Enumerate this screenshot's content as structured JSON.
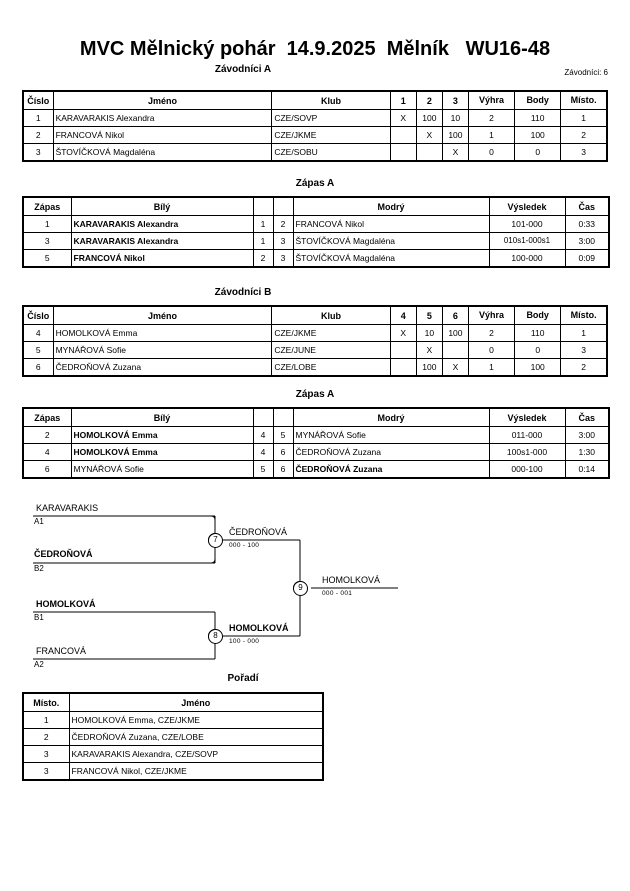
{
  "header": {
    "title": "MVC Mělnický pohár  14.9.2025  Mělník   WU16-48",
    "group_a_title": "Závodníci A",
    "entrants_label": "Závodníci: 6"
  },
  "pool_columns": {
    "cislo": "Číslo",
    "jmeno": "Jméno",
    "klub": "Klub",
    "vyhra": "Výhra",
    "body": "Body",
    "misto": "Místo."
  },
  "pool_a": {
    "opponent_headers": [
      "1",
      "2",
      "3"
    ],
    "rows": [
      {
        "cislo": "1",
        "jmeno": "KARAVARAKIS Alexandra",
        "klub": "CZE/SOVP",
        "cells": [
          "X",
          "100",
          "10"
        ],
        "vyhra": "2",
        "body": "110",
        "misto": "1"
      },
      {
        "cislo": "2",
        "jmeno": "FRANCOVÁ Nikol",
        "klub": "CZE/JKME",
        "cells": [
          "",
          "X",
          "100"
        ],
        "vyhra": "1",
        "body": "100",
        "misto": "2"
      },
      {
        "cislo": "3",
        "jmeno": "ŠTOVÍČKOVÁ Magdaléna",
        "klub": "CZE/SOBU",
        "cells": [
          "",
          "",
          "X"
        ],
        "vyhra": "0",
        "body": "0",
        "misto": "3"
      }
    ]
  },
  "pool_b": {
    "title": "Závodníci B",
    "opponent_headers": [
      "4",
      "5",
      "6"
    ],
    "rows": [
      {
        "cislo": "4",
        "jmeno": "HOMOLKOVÁ Emma",
        "klub": "CZE/JKME",
        "cells": [
          "X",
          "10",
          "100"
        ],
        "vyhra": "2",
        "body": "110",
        "misto": "1"
      },
      {
        "cislo": "5",
        "jmeno": "MYNÁŘOVÁ Sofie",
        "klub": "CZE/JUNE",
        "cells": [
          "",
          "X",
          ""
        ],
        "vyhra": "0",
        "body": "0",
        "misto": "3"
      },
      {
        "cislo": "6",
        "jmeno": "ČEDROŇOVÁ Zuzana",
        "klub": "CZE/LOBE",
        "cells": [
          "",
          "100",
          "X"
        ],
        "vyhra": "1",
        "body": "100",
        "misto": "2"
      }
    ]
  },
  "match_columns": {
    "zapas": "Zápas",
    "bily": "Bílý",
    "modry": "Modrý",
    "vysledek": "Výsledek",
    "cas": "Čas"
  },
  "matches_a": {
    "title": "Zápas A",
    "rows": [
      {
        "zapas": "1",
        "bily": "KARAVARAKIS Alexandra",
        "bily_bold": true,
        "n1": "1",
        "n2": "2",
        "modry": "FRANCOVÁ Nikol",
        "modry_bold": false,
        "vysledek": "101-000",
        "cas": "0:33"
      },
      {
        "zapas": "3",
        "bily": "KARAVARAKIS Alexandra",
        "bily_bold": true,
        "n1": "1",
        "n2": "3",
        "modry": "ŠTOVÍČKOVÁ Magdaléna",
        "modry_bold": false,
        "vysledek": "010s1-000s1",
        "cas": "3:00"
      },
      {
        "zapas": "5",
        "bily": "FRANCOVÁ Nikol",
        "bily_bold": true,
        "n1": "2",
        "n2": "3",
        "modry": "ŠTOVÍČKOVÁ Magdaléna",
        "modry_bold": false,
        "vysledek": "100-000",
        "cas": "0:09"
      }
    ]
  },
  "matches_b": {
    "title": "Zápas A",
    "rows": [
      {
        "zapas": "2",
        "bily": "HOMOLKOVÁ Emma",
        "bily_bold": true,
        "n1": "4",
        "n2": "5",
        "modry": "MYNÁŘOVÁ Sofie",
        "modry_bold": false,
        "vysledek": "011-000",
        "cas": "3:00"
      },
      {
        "zapas": "4",
        "bily": "HOMOLKOVÁ Emma",
        "bily_bold": true,
        "n1": "4",
        "n2": "6",
        "modry": "ČEDROŇOVÁ Zuzana",
        "modry_bold": false,
        "vysledek": "100s1-000",
        "cas": "1:30"
      },
      {
        "zapas": "6",
        "bily": "MYNÁŘOVÁ Sofie",
        "bily_bold": false,
        "n1": "5",
        "n2": "6",
        "modry": "ČEDROŇOVÁ Zuzana",
        "modry_bold": true,
        "vysledek": "000-100",
        "cas": "0:14"
      }
    ]
  },
  "bracket": {
    "entries": [
      {
        "name": "KARAVARAKIS",
        "seed": "A1",
        "bold": false
      },
      {
        "name": "ČEDROŇOVÁ",
        "seed": "B2",
        "bold": true
      },
      {
        "name": "HOMOLKOVÁ",
        "seed": "B1",
        "bold": true
      },
      {
        "name": "FRANCOVÁ",
        "seed": "A2",
        "bold": false
      }
    ],
    "semis": [
      {
        "node": "7",
        "winner": "ČEDROŇOVÁ",
        "score": "000 - 100",
        "bold": false
      },
      {
        "node": "8",
        "winner": "HOMOLKOVÁ",
        "score": "100 - 000",
        "bold": true
      }
    ],
    "final": {
      "node": "9",
      "winner": "HOMOLKOVÁ",
      "score": "000 - 001",
      "bold": false
    }
  },
  "standings": {
    "title": "Pořadí",
    "columns": {
      "misto": "Místo.",
      "jmeno": "Jméno"
    },
    "rows": [
      {
        "misto": "1",
        "jmeno": "HOMOLKOVÁ Emma, CZE/JKME"
      },
      {
        "misto": "2",
        "jmeno": "ČEDROŇOVÁ Zuzana, CZE/LOBE"
      },
      {
        "misto": "3",
        "jmeno": "KARAVARAKIS Alexandra, CZE/SOVP"
      },
      {
        "misto": "3",
        "jmeno": "FRANCOVÁ Nikol, CZE/JKME"
      }
    ]
  }
}
